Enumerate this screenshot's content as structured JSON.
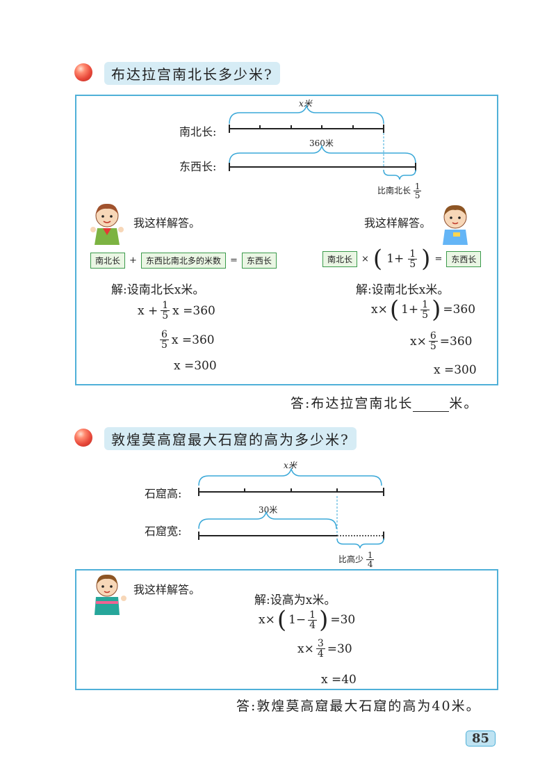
{
  "section1": {
    "question": "布达拉宫南北长多少米?",
    "diagram": {
      "row1_label": "南北长:",
      "row2_label": "东西长:",
      "top_brace_label": "x米",
      "mid_brace_label": "360米",
      "extra_label": "比南北长",
      "extra_frac": {
        "num": "1",
        "den": "5"
      }
    },
    "left": {
      "say": "我这样解答。",
      "boxes": [
        "南北长",
        "东西比南北多的米数",
        "东西长"
      ],
      "ops": [
        "+",
        "="
      ],
      "solve": "解:设南北长x米。",
      "line1": {
        "a": "x +",
        "frac": {
          "num": "1",
          "den": "5"
        },
        "b": "x =360"
      },
      "line2": {
        "frac": {
          "num": "6",
          "den": "5"
        },
        "b": "x =360"
      },
      "line3": "x =300"
    },
    "right": {
      "say": "我这样解答。",
      "boxes": [
        "南北长",
        "东西长"
      ],
      "ops": [
        "×",
        "="
      ],
      "paren_inner": "1+",
      "paren_frac": {
        "num": "1",
        "den": "5"
      },
      "solve": "解:设南北长x米。",
      "line1": {
        "a": "x×",
        "inner": "1+",
        "frac": {
          "num": "1",
          "den": "5"
        },
        "b": "=360"
      },
      "line2": {
        "a": "x×",
        "frac": {
          "num": "6",
          "den": "5"
        },
        "b": "=360"
      },
      "line3": "x =300"
    },
    "answer_prefix": "答:布达拉宫南北长",
    "answer_suffix": "米。"
  },
  "section2": {
    "question": "敦煌莫高窟最大石窟的高为多少米?",
    "diagram": {
      "row1_label": "石窟高:",
      "row2_label": "石窟宽:",
      "top_brace_label": "x米",
      "mid_brace_label": "30米",
      "extra_label": "比高少",
      "extra_frac": {
        "num": "1",
        "den": "4"
      }
    },
    "say": "我这样解答。",
    "solve": "解:设高为x米。",
    "line1": {
      "a": "x×",
      "inner": "1−",
      "frac": {
        "num": "1",
        "den": "4"
      },
      "b": "=30"
    },
    "line2": {
      "a": "x×",
      "frac": {
        "num": "3",
        "den": "4"
      },
      "b": "=30"
    },
    "line3": "x =40",
    "answer": "答:敦煌莫高窟最大石窟的高为40米。"
  },
  "page_number": "85",
  "colors": {
    "panel_border": "#4fb0d8",
    "brace": "#3aa8d8",
    "green_box": "#3a9a4a",
    "question_bg": "#d6ecf5"
  }
}
